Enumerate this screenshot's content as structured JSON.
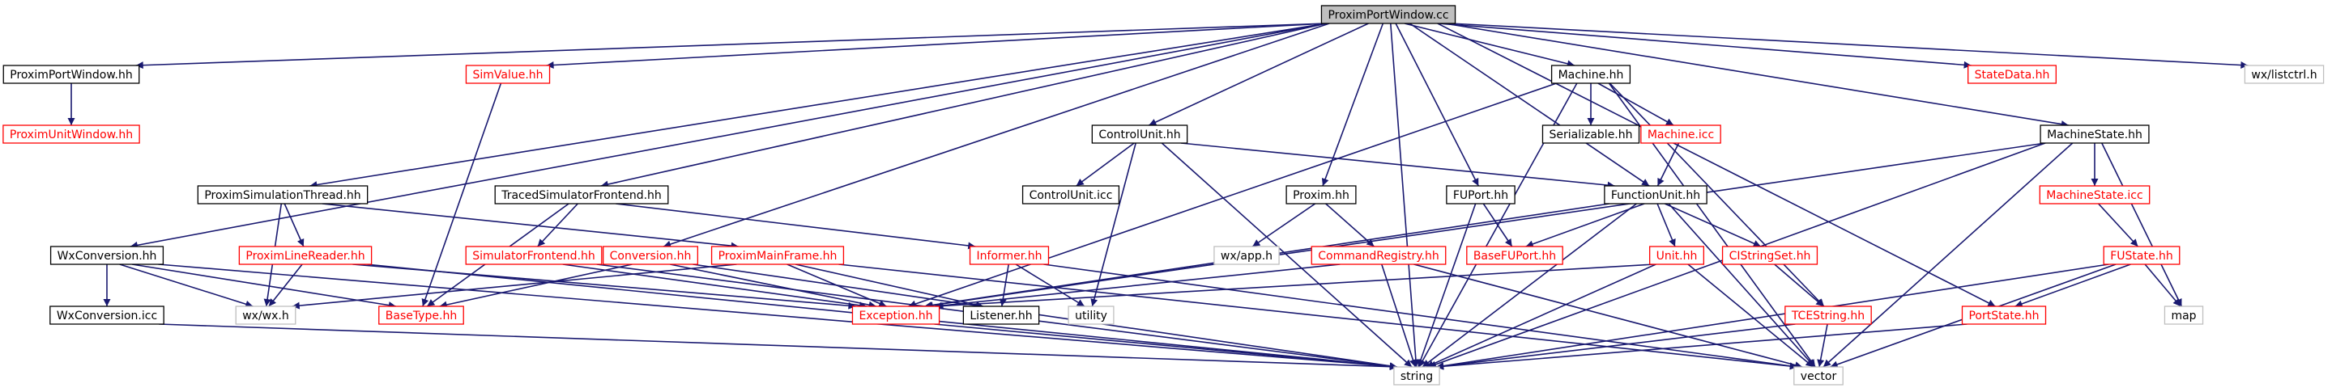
{
  "colors": {
    "edge": "#191970",
    "node_border_black": "#000000",
    "node_border_red": "#ff0000",
    "node_border_grey": "#bfbfbf",
    "root_fill": "#bfbfbf",
    "label_black": "#000000",
    "label_red": "#ff0000"
  },
  "nodes": [
    {
      "id": "root",
      "label": "ProximPortWindow.cc",
      "style": "root"
    },
    {
      "id": "ppw_hh",
      "label": "ProximPortWindow.hh",
      "style": "black"
    },
    {
      "id": "puw_hh",
      "label": "ProximUnitWindow.hh",
      "style": "red"
    },
    {
      "id": "simvalue",
      "label": "SimValue.hh",
      "style": "red"
    },
    {
      "id": "machine",
      "label": "Machine.hh",
      "style": "black"
    },
    {
      "id": "statedata",
      "label": "StateData.hh",
      "style": "red"
    },
    {
      "id": "listctrl",
      "label": "wx/listctrl.h",
      "style": "grey"
    },
    {
      "id": "serializable",
      "label": "Serializable.hh",
      "style": "black"
    },
    {
      "id": "machine_icc",
      "label": "Machine.icc",
      "style": "red"
    },
    {
      "id": "controlunit",
      "label": "ControlUnit.hh",
      "style": "black"
    },
    {
      "id": "machinestate",
      "label": "MachineState.hh",
      "style": "black"
    },
    {
      "id": "pst",
      "label": "ProximSimulationThread.hh",
      "style": "black"
    },
    {
      "id": "tsf",
      "label": "TracedSimulatorFrontend.hh",
      "style": "black"
    },
    {
      "id": "controlunit_icc",
      "label": "ControlUnit.icc",
      "style": "black"
    },
    {
      "id": "proxim",
      "label": "Proxim.hh",
      "style": "black"
    },
    {
      "id": "fuport",
      "label": "FUPort.hh",
      "style": "black"
    },
    {
      "id": "functionunit",
      "label": "FunctionUnit.hh",
      "style": "black"
    },
    {
      "id": "machinestate_icc",
      "label": "MachineState.icc",
      "style": "red"
    },
    {
      "id": "wxconversion",
      "label": "WxConversion.hh",
      "style": "black"
    },
    {
      "id": "plr",
      "label": "ProximLineReader.hh",
      "style": "red"
    },
    {
      "id": "simfrontend",
      "label": "SimulatorFrontend.hh",
      "style": "red"
    },
    {
      "id": "conversion",
      "label": "Conversion.hh",
      "style": "red"
    },
    {
      "id": "pmf",
      "label": "ProximMainFrame.hh",
      "style": "red"
    },
    {
      "id": "informer",
      "label": "Informer.hh",
      "style": "red"
    },
    {
      "id": "wxapp",
      "label": "wx/app.h",
      "style": "grey"
    },
    {
      "id": "cmdreg",
      "label": "CommandRegistry.hh",
      "style": "red"
    },
    {
      "id": "basefuport",
      "label": "BaseFUPort.hh",
      "style": "red"
    },
    {
      "id": "unit",
      "label": "Unit.hh",
      "style": "red"
    },
    {
      "id": "cistringset",
      "label": "CIStringSet.hh",
      "style": "red"
    },
    {
      "id": "fustate",
      "label": "FUState.hh",
      "style": "red"
    },
    {
      "id": "wxconversion_icc",
      "label": "WxConversion.icc",
      "style": "black"
    },
    {
      "id": "wxwx",
      "label": "wx/wx.h",
      "style": "grey"
    },
    {
      "id": "basetype",
      "label": "BaseType.hh",
      "style": "red"
    },
    {
      "id": "exception",
      "label": "Exception.hh",
      "style": "red"
    },
    {
      "id": "listener",
      "label": "Listener.hh",
      "style": "black"
    },
    {
      "id": "utility",
      "label": "utility",
      "style": "grey"
    },
    {
      "id": "tcestring",
      "label": "TCEString.hh",
      "style": "red"
    },
    {
      "id": "portstate",
      "label": "PortState.hh",
      "style": "red"
    },
    {
      "id": "map",
      "label": "map",
      "style": "grey"
    },
    {
      "id": "string",
      "label": "string",
      "style": "grey"
    },
    {
      "id": "vector",
      "label": "vector",
      "style": "grey"
    }
  ],
  "edges": [
    [
      "root",
      "ppw_hh"
    ],
    [
      "root",
      "simvalue"
    ],
    [
      "root",
      "machine"
    ],
    [
      "root",
      "statedata"
    ],
    [
      "root",
      "listctrl"
    ],
    [
      "root",
      "wxconversion"
    ],
    [
      "root",
      "pst"
    ],
    [
      "root",
      "tsf"
    ],
    [
      "root",
      "conversion"
    ],
    [
      "root",
      "controlunit"
    ],
    [
      "root",
      "proxim"
    ],
    [
      "root",
      "fuport"
    ],
    [
      "root",
      "functionunit"
    ],
    [
      "root",
      "machinestate"
    ],
    [
      "root",
      "portstate"
    ],
    [
      "root",
      "string"
    ],
    [
      "ppw_hh",
      "puw_hh"
    ],
    [
      "simvalue",
      "basetype"
    ],
    [
      "machine",
      "serializable"
    ],
    [
      "machine",
      "machine_icc"
    ],
    [
      "machine",
      "exception"
    ],
    [
      "machine",
      "string"
    ],
    [
      "machine",
      "vector"
    ],
    [
      "machine",
      "tcestring"
    ],
    [
      "machine_icc",
      "functionunit"
    ],
    [
      "controlunit",
      "controlunit_icc"
    ],
    [
      "controlunit",
      "functionunit"
    ],
    [
      "controlunit",
      "utility"
    ],
    [
      "controlunit",
      "string"
    ],
    [
      "machinestate",
      "machinestate_icc"
    ],
    [
      "machinestate",
      "exception"
    ],
    [
      "machinestate",
      "map"
    ],
    [
      "machinestate",
      "vector"
    ],
    [
      "machinestate",
      "string"
    ],
    [
      "machinestate_icc",
      "fustate"
    ],
    [
      "pst",
      "plr"
    ],
    [
      "pst",
      "pmf"
    ],
    [
      "pst",
      "wxwx"
    ],
    [
      "tsf",
      "simfrontend"
    ],
    [
      "tsf",
      "informer"
    ],
    [
      "tsf",
      "basetype"
    ],
    [
      "proxim",
      "wxapp"
    ],
    [
      "proxim",
      "cmdreg"
    ],
    [
      "fuport",
      "basefuport"
    ],
    [
      "fuport",
      "string"
    ],
    [
      "functionunit",
      "basefuport"
    ],
    [
      "functionunit",
      "unit"
    ],
    [
      "functionunit",
      "cistringset"
    ],
    [
      "functionunit",
      "exception"
    ],
    [
      "functionunit",
      "string"
    ],
    [
      "functionunit",
      "vector"
    ],
    [
      "wxconversion",
      "wxconversion_icc"
    ],
    [
      "wxconversion",
      "wxwx"
    ],
    [
      "wxconversion",
      "basetype"
    ],
    [
      "wxconversion",
      "string"
    ],
    [
      "plr",
      "wxwx"
    ],
    [
      "plr",
      "exception"
    ],
    [
      "plr",
      "string"
    ],
    [
      "simfrontend",
      "exception"
    ],
    [
      "simfrontend",
      "string"
    ],
    [
      "conversion",
      "basetype"
    ],
    [
      "conversion",
      "exception"
    ],
    [
      "conversion",
      "string"
    ],
    [
      "pmf",
      "wxwx"
    ],
    [
      "pmf",
      "exception"
    ],
    [
      "pmf",
      "listener"
    ],
    [
      "pmf",
      "vector"
    ],
    [
      "informer",
      "listener"
    ],
    [
      "informer",
      "utility"
    ],
    [
      "informer",
      "vector"
    ],
    [
      "cmdreg",
      "exception"
    ],
    [
      "cmdreg",
      "string"
    ],
    [
      "cmdreg",
      "vector"
    ],
    [
      "unit",
      "exception"
    ],
    [
      "unit",
      "string"
    ],
    [
      "unit",
      "vector"
    ],
    [
      "cistringset",
      "tcestring"
    ],
    [
      "tcestring",
      "string"
    ],
    [
      "tcestring",
      "vector"
    ],
    [
      "fustate",
      "portstate"
    ],
    [
      "fustate",
      "map"
    ],
    [
      "fustate",
      "string"
    ],
    [
      "fustate",
      "vector"
    ],
    [
      "portstate",
      "string"
    ],
    [
      "wxconversion_icc",
      "string"
    ],
    [
      "exception",
      "string"
    ]
  ]
}
